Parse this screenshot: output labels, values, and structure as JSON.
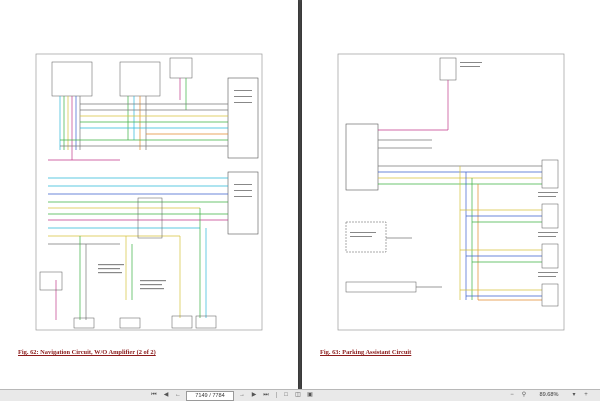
{
  "viewer": {
    "page_indicator": "7149 / 7784",
    "zoom": "89.68%"
  },
  "left_page": {
    "caption": "Fig. 62: Navigation Circuit, W/O Amplifier (2 of 2)"
  },
  "right_page": {
    "caption": "Fig. 63: Parking Assistant Circuit"
  },
  "colors": {
    "background": "#4d4d4d",
    "caption_red": "#8b1a1a",
    "wire_green": "#3cb043",
    "wire_cyan": "#29b6d8",
    "wire_yellow": "#d6c23a",
    "wire_magenta": "#c0398a",
    "wire_blue": "#3a5fcd",
    "wire_orange": "#e08a2c"
  },
  "icons": {
    "first": "first-page-icon",
    "prev": "prev-page-icon",
    "next": "next-page-icon",
    "last": "last-page-icon",
    "zoom_out": "zoom-out-icon",
    "zoom_in": "zoom-in-icon"
  }
}
